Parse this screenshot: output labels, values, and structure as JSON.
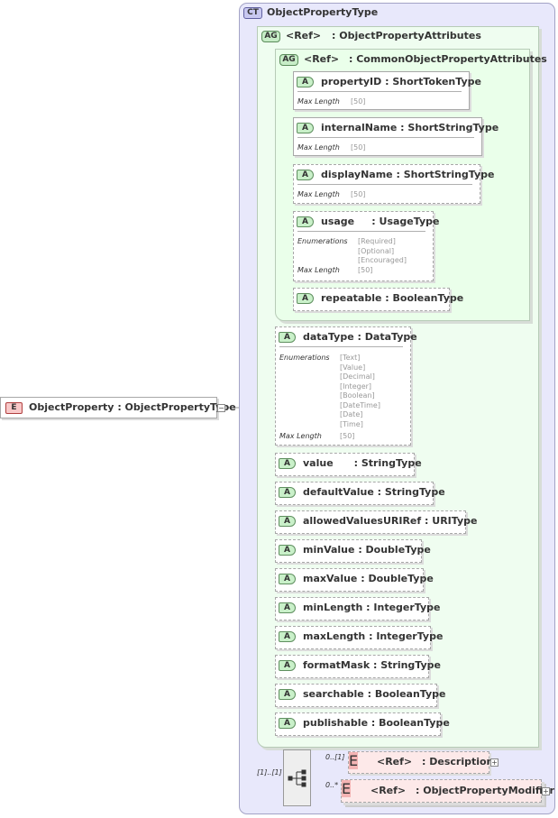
{
  "complex_type": {
    "badge": "CT",
    "title": "ObjectPropertyType"
  },
  "attribute_group_outer": {
    "badge": "AG",
    "ref": "<Ref>",
    "name": ": ObjectPropertyAttributes"
  },
  "attribute_group_inner": {
    "badge": "AG",
    "ref": "<Ref>",
    "name": ": CommonObjectPropertyAttributes"
  },
  "inner_attributes": [
    {
      "badge": "A",
      "name": "propertyID",
      "type": ": ShortTokenType",
      "facets": [
        {
          "label": "Max Length",
          "values": "[50]"
        }
      ]
    },
    {
      "badge": "A",
      "name": "internalName",
      "type": ": ShortStringType",
      "facets": [
        {
          "label": "Max Length",
          "values": "[50]"
        }
      ]
    },
    {
      "badge": "A",
      "name": "displayName",
      "type": ": ShortStringType",
      "facets": [
        {
          "label": "Max Length",
          "values": "[50]"
        }
      ]
    },
    {
      "badge": "A",
      "name": "usage",
      "type": ": UsageType",
      "facets": [
        {
          "label": "Enumerations",
          "values": "[Required]\n[Optional]\n[Encouraged]"
        },
        {
          "label": "Max Length",
          "values": "[50]"
        }
      ]
    },
    {
      "badge": "A",
      "name": "repeatable",
      "type": ": BooleanType",
      "facets": []
    }
  ],
  "data_type_attr": {
    "badge": "A",
    "name": "dataType",
    "type": ": DataType",
    "facets": [
      {
        "label": "Enumerations",
        "values": "[Text]\n[Value]\n[Decimal]\n[Integer]\n[Boolean]\n[DateTime]\n[Date]\n[Time]"
      },
      {
        "label": "Max Length",
        "values": "[50]"
      }
    ]
  },
  "outer_attributes": [
    {
      "badge": "A",
      "name": "value",
      "type": ": StringType"
    },
    {
      "badge": "A",
      "name": "defaultValue",
      "type": ": StringType"
    },
    {
      "badge": "A",
      "name": "allowedValuesURIRef",
      "type": ": URIType"
    },
    {
      "badge": "A",
      "name": "minValue",
      "type": ": DoubleType"
    },
    {
      "badge": "A",
      "name": "maxValue",
      "type": ": DoubleType"
    },
    {
      "badge": "A",
      "name": "minLength",
      "type": ": IntegerType"
    },
    {
      "badge": "A",
      "name": "maxLength",
      "type": ": IntegerType"
    },
    {
      "badge": "A",
      "name": "formatMask",
      "type": ": StringType"
    },
    {
      "badge": "A",
      "name": "searchable",
      "type": ": BooleanType"
    },
    {
      "badge": "A",
      "name": "publishable",
      "type": ": BooleanType"
    }
  ],
  "root_element": {
    "badge": "E",
    "name": "ObjectProperty",
    "type": ": ObjectPropertyType",
    "toggle": "−"
  },
  "sequence": {
    "cardinality": "[1]..[1]"
  },
  "child_elements": [
    {
      "badge": "E",
      "ref": "<Ref>",
      "name": ": Description",
      "cardinality": "0..[1]",
      "toggle": "+"
    },
    {
      "badge": "E",
      "ref": "<Ref>",
      "name": ": ObjectPropertyModifier",
      "cardinality": "0..*",
      "toggle": "+"
    }
  ]
}
